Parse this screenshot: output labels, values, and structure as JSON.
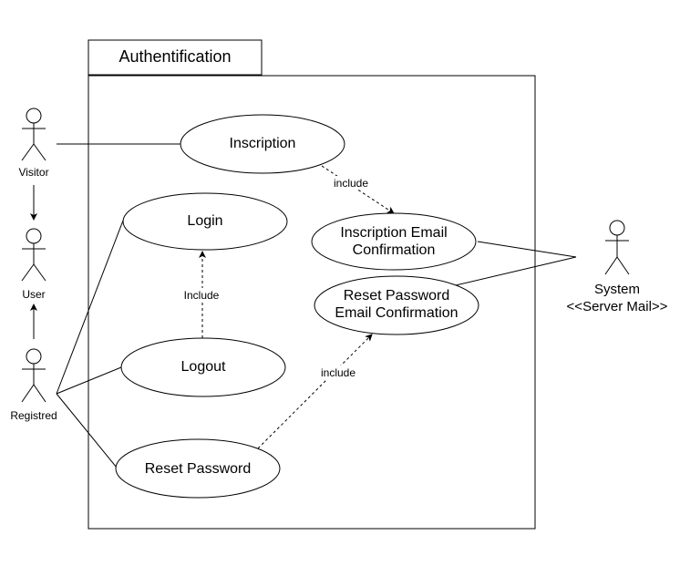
{
  "boundary": {
    "title": "Authentification"
  },
  "actors": {
    "visitor": "Visitor",
    "user": "User",
    "registred": "Registred",
    "system": {
      "line1": "System",
      "line2": "<<Server Mail>>"
    }
  },
  "use_cases": {
    "inscription": "Inscription",
    "login": "Login",
    "logout": "Logout",
    "reset_password": "Reset Password",
    "inscription_email": {
      "line1": "Inscription Email",
      "line2": "Confirmation"
    },
    "reset_password_email": {
      "line1": "Reset Password",
      "line2": "Email Confirmation"
    }
  },
  "relations": {
    "include_inscription": "include",
    "include_logout": "Include",
    "include_reset": "include"
  }
}
